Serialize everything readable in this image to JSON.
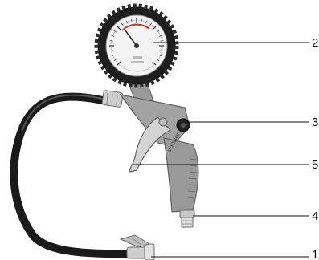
{
  "callouts": [
    {
      "id": "1",
      "label": "1"
    },
    {
      "id": "2",
      "label": "2"
    },
    {
      "id": "3",
      "label": "3"
    },
    {
      "id": "4",
      "label": "4"
    },
    {
      "id": "5",
      "label": "5"
    }
  ],
  "brand_text": "vonder",
  "colors": {
    "body_grey": "#9a9a9a",
    "dark_grey": "#6e6e6e",
    "hose_black": "#1a1a1a",
    "chrome": "#d8d8d8",
    "gauge_face": "#f4f4f4",
    "gauge_red": "#c0392b",
    "leader_line": "#111111"
  },
  "icons": [
    "tire-inflator-gun"
  ]
}
